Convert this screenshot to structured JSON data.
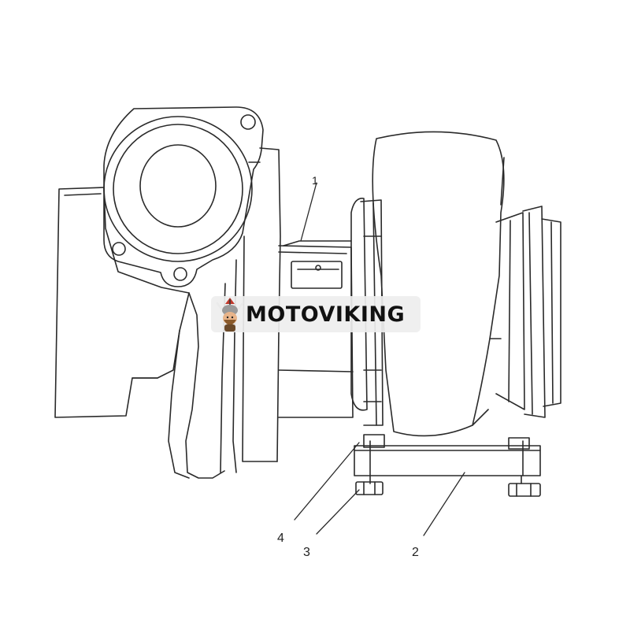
{
  "callouts": [
    {
      "id": "1",
      "label": "1"
    },
    {
      "id": "2",
      "label": "2"
    },
    {
      "id": "3",
      "label": "3"
    },
    {
      "id": "4",
      "label": "4"
    }
  ],
  "watermark": {
    "text": "MOTOVIKING",
    "icon": "viking-mascot-icon"
  },
  "colors": {
    "line": "#2a2a2a",
    "background": "#ffffff",
    "watermark_bg": "#eeeeee",
    "logo_accent": "#c0392b",
    "logo_body": "#8a5a2b"
  }
}
